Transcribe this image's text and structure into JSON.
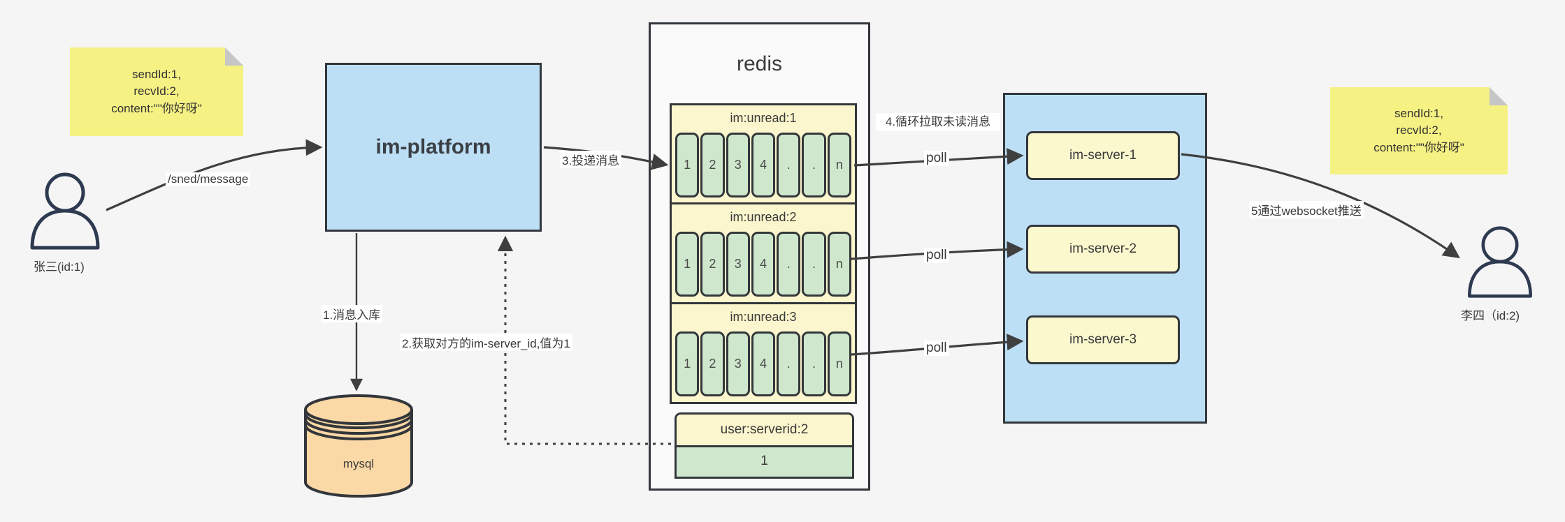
{
  "palette": {
    "page_bg": "#f5f5f6",
    "blue_fill": "#bddff6",
    "pale_yellow_fill": "#fbf6cd",
    "green_fill": "#cfe7cd",
    "sticky_yellow": "#f5f183",
    "mysql_orange": "#fbd9a6",
    "border_dark": "#33373b",
    "line_dark": "#3f3f3f",
    "person_navy": "#2e3a50"
  },
  "sticky_left": {
    "lines": [
      "sendId:1,",
      "recvId:2,",
      "content:\"\"你好呀\""
    ]
  },
  "sticky_right": {
    "lines": [
      "sendId:1,",
      "recvId:2,",
      "content:\"\"你好呀\""
    ]
  },
  "sender": {
    "label": "张三(id:1)"
  },
  "receiver": {
    "label": "李四（id:2)"
  },
  "platform": {
    "label": "im-platform"
  },
  "mysql": {
    "label": "mysql"
  },
  "redis": {
    "title": "redis",
    "queues": [
      {
        "name": "im:unread:1",
        "cells": [
          "1",
          "2",
          "3",
          "4",
          ".",
          ".",
          "n"
        ]
      },
      {
        "name": "im:unread:2",
        "cells": [
          "1",
          "2",
          "3",
          "4",
          ".",
          ".",
          "n"
        ]
      },
      {
        "name": "im:unread:3",
        "cells": [
          "1",
          "2",
          "3",
          "4",
          ".",
          ".",
          "n"
        ]
      }
    ],
    "kv": {
      "key": "user:serverid:2",
      "value": "1"
    }
  },
  "cluster": {
    "servers": [
      {
        "label": "im-server-1"
      },
      {
        "label": "im-server-2"
      },
      {
        "label": "im-server-3"
      }
    ]
  },
  "edges": {
    "send": "/sned/message",
    "store": "1.消息入库",
    "lookup": "2.获取对方的im-server_id,值为1",
    "deliver": "3.投递消息",
    "poll_loop": "4.循环拉取未读消息",
    "poll": "poll",
    "push": "5通过websocket推送"
  }
}
